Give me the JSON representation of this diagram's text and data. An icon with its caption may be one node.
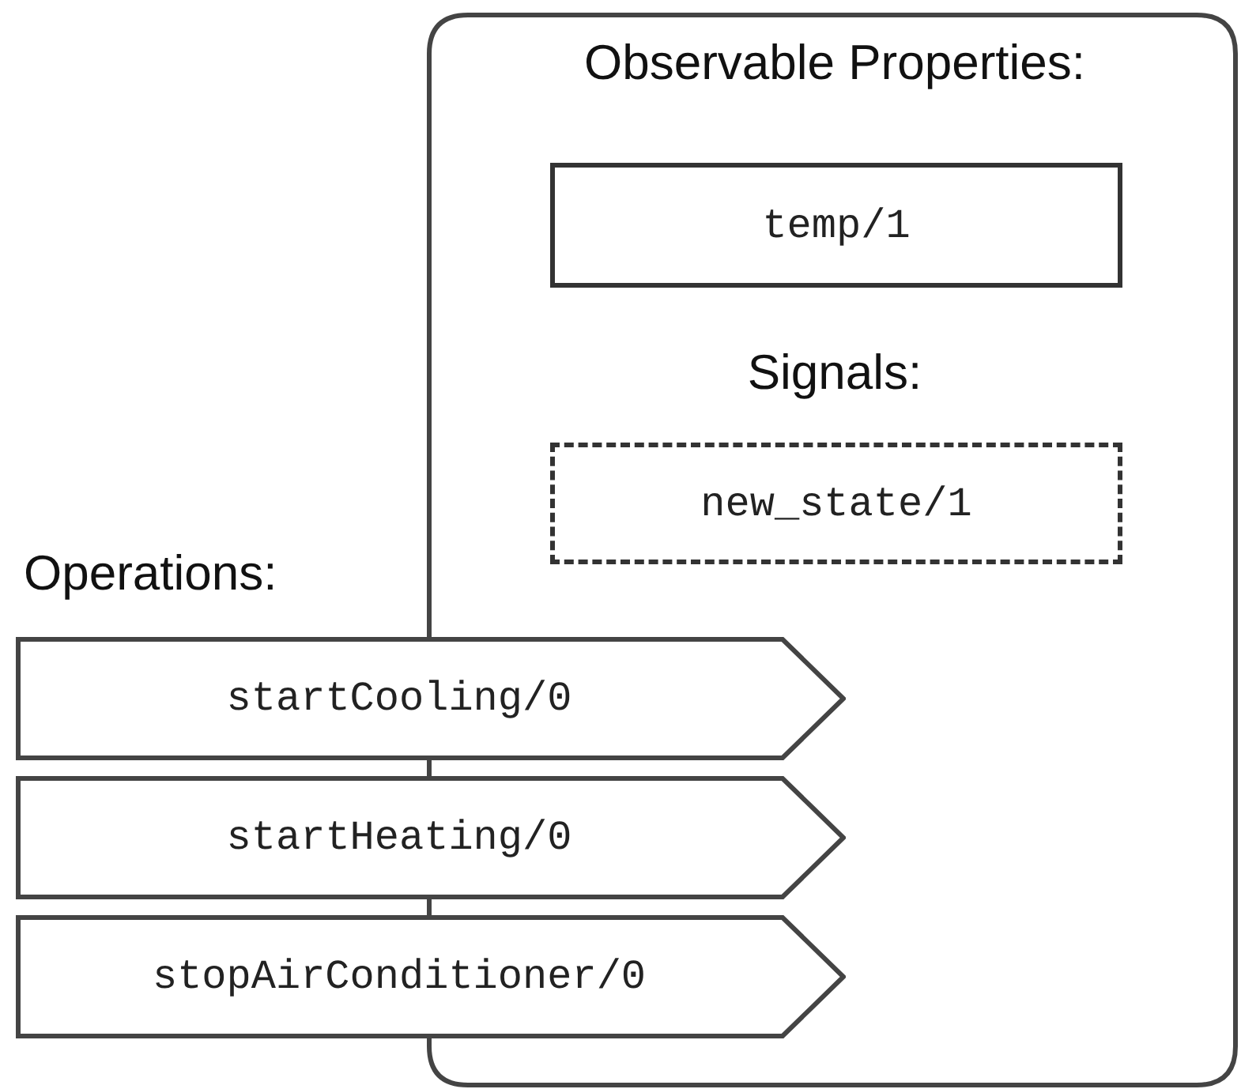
{
  "diagram": {
    "nodes": [
      {
        "text": [],
        "shape": "box"
      },
      {
        "text": [
          "temp/1"
        ],
        "in": 0
      },
      {
        "text": [
          "new_state/1"
        ],
        "in": 0
      },
      {
        "text": [
          "startCooling/0"
        ]
      },
      {
        "text": [
          "startHeating/0"
        ]
      },
      {
        "text": [
          "stopAirConditioner/0"
        ]
      }
    ],
    "edges": [],
    "labels": [
      "Observable Properties:",
      "Signals:",
      "Operations:"
    ]
  }
}
